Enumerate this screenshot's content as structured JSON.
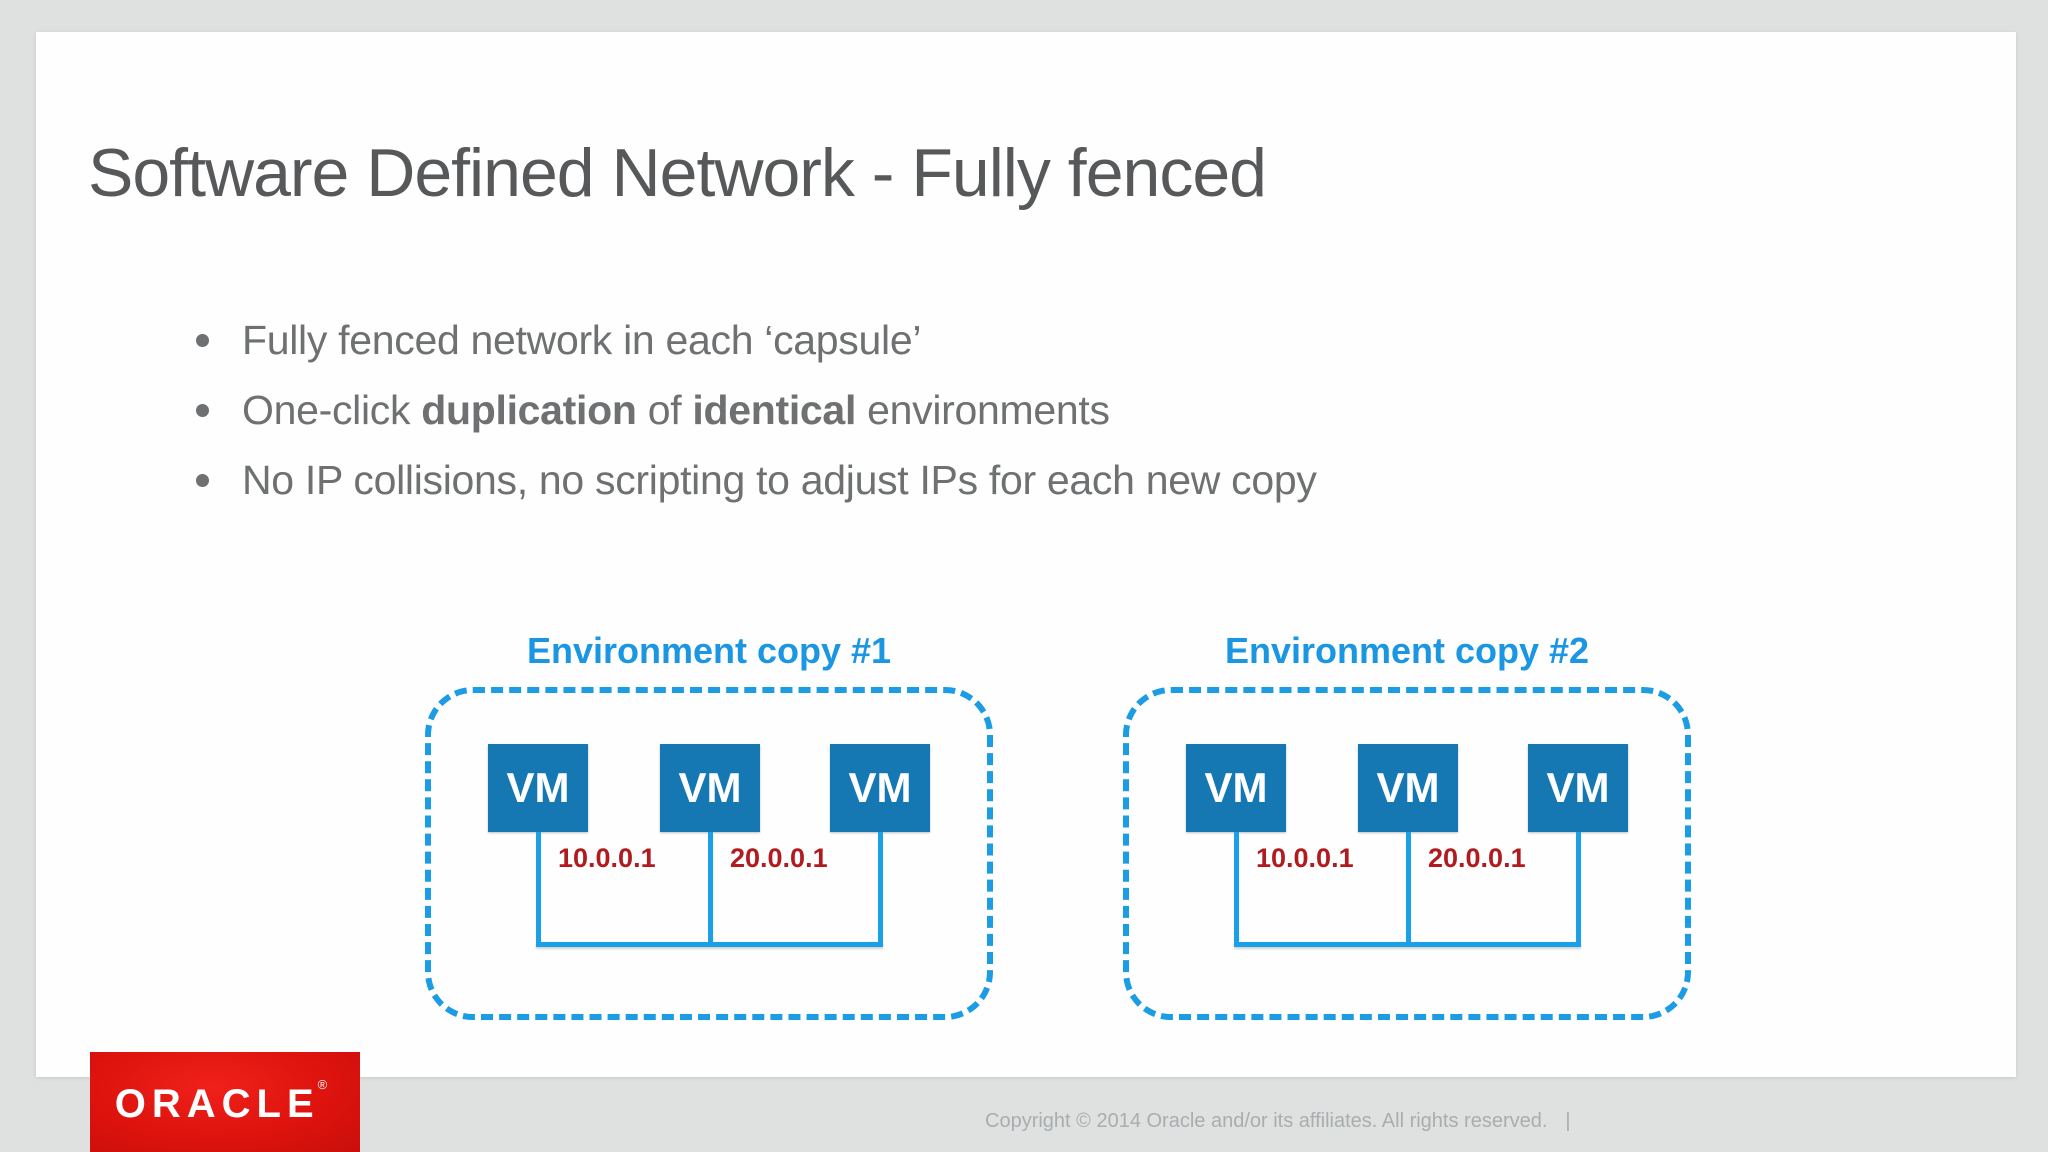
{
  "slide": {
    "title": "Software Defined Network - Fully fenced",
    "bullets": [
      {
        "parts": [
          {
            "t": "Fully fenced network in each ‘capsule’",
            "b": false
          }
        ]
      },
      {
        "parts": [
          {
            "t": "One-click ",
            "b": false
          },
          {
            "t": "duplication",
            "b": true
          },
          {
            "t": " of ",
            "b": false
          },
          {
            "t": "identical",
            "b": true
          },
          {
            "t": " environments",
            "b": false
          }
        ]
      },
      {
        "parts": [
          {
            "t": "No IP collisions, no scripting to adjust IPs for each new copy",
            "b": false
          }
        ]
      }
    ]
  },
  "diagram": {
    "environments": [
      {
        "label": "Environment copy #1",
        "vms": [
          "VM",
          "VM",
          "VM"
        ],
        "ips": [
          "10.0.0.1",
          "20.0.0.1"
        ]
      },
      {
        "label": "Environment copy #2",
        "vms": [
          "VM",
          "VM",
          "VM"
        ],
        "ips": [
          "10.0.0.1",
          "20.0.0.1"
        ]
      }
    ],
    "colors": {
      "capsule_blue": "#1b9ce4",
      "line_blue": "#1aa0e6",
      "label_blue": "#1a96e2",
      "vm_fill": "#1578b3",
      "ip_red": "#b11b1f"
    }
  },
  "footer": {
    "logo_text": "ORACLE",
    "logo_reg_mark": "®",
    "brand_red": "#de130e",
    "copyright": "Copyright © 2014 Oracle and/or its affiliates. All rights reserved.",
    "divider": "|"
  }
}
